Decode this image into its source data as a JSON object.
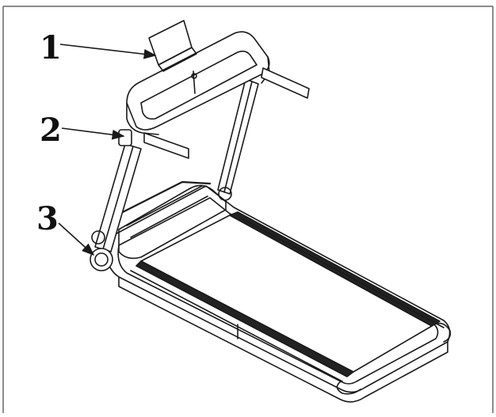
{
  "diagram": {
    "callouts": [
      {
        "id": "1",
        "label": "1"
      },
      {
        "id": "2",
        "label": "2"
      },
      {
        "id": "3",
        "label": "3"
      }
    ],
    "colors": {
      "line": "#1a1a1a",
      "belt": "#222222",
      "background": "#ffffff"
    }
  }
}
